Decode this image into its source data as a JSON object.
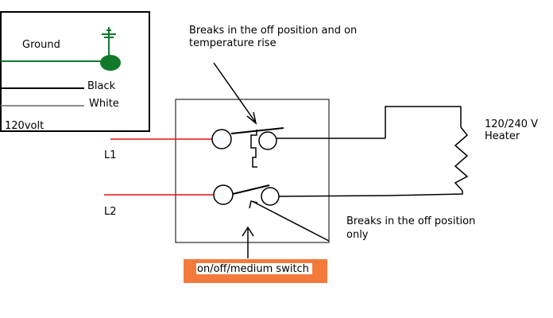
{
  "legend": {
    "ground_label": "Ground",
    "black_label": "Black",
    "white_label": "White",
    "voltage_label": "120volt"
  },
  "lines": {
    "l1_label": "L1",
    "l2_label": "L2"
  },
  "annotations": {
    "top_note_line1": "Breaks in the off position and on",
    "top_note_line2": "temperature rise",
    "bottom_note_line1": "Breaks in the off position",
    "bottom_note_line2": "only"
  },
  "heater": {
    "label_line1": "120/240 V",
    "label_line2": "Heater"
  },
  "switch": {
    "label": "on/off/medium switch"
  },
  "colors": {
    "ground_wire": "#117a2a",
    "hot_wire": "#e01010",
    "white_wire": "#8c8c8c",
    "switch_label_bg": "#f47a3c",
    "line": "#000000"
  }
}
